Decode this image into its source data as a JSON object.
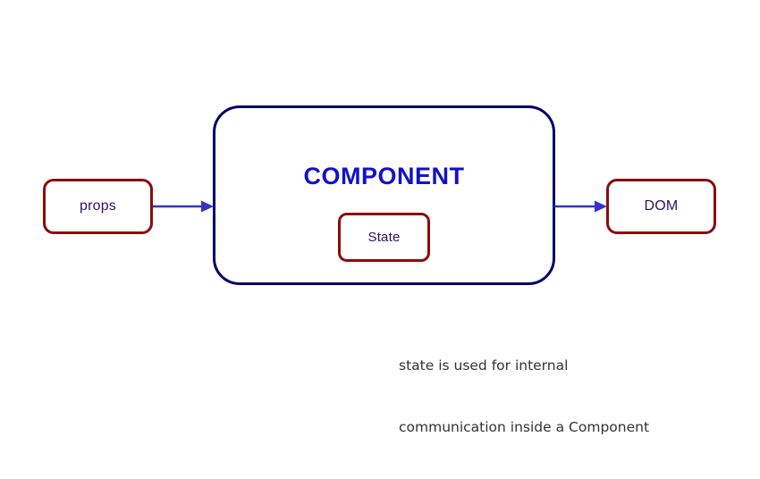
{
  "diagram": {
    "title": "React component data flow diagram",
    "background_color": "#ffffff",
    "component": {
      "title": "COMPONENT",
      "title_color": "#1111CC",
      "border_color": "#000066",
      "inner": {
        "label": "State",
        "border_color": "#8B0D0D",
        "text_color": "#2E1065"
      }
    },
    "nodes": [
      {
        "id": "props",
        "label": "props",
        "border_color": "#8B0D0D",
        "text_color": "#2E1065"
      },
      {
        "id": "dom",
        "label": "DOM",
        "border_color": "#8B0D0D",
        "text_color": "#2E1065"
      }
    ],
    "arrows": [
      {
        "id": "props-to-component",
        "from": "props",
        "to": "component",
        "color": "#3333CC",
        "direction": "right"
      },
      {
        "id": "component-to-dom",
        "from": "component",
        "to": "dom",
        "color": "#3333CC",
        "direction": "right"
      }
    ],
    "caption": {
      "line1": "state is used for internal",
      "line2": "communication inside a Component",
      "color": "#333333"
    }
  }
}
